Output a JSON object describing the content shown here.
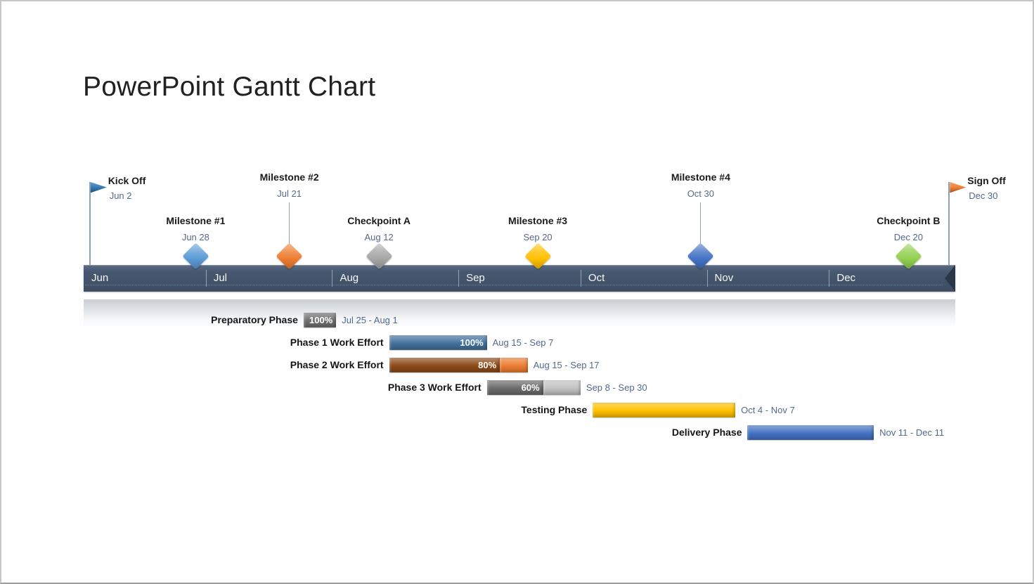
{
  "page": {
    "title": "PowerPoint Gantt Chart"
  },
  "chart_data": {
    "type": "bar",
    "variant": "gantt-timeline",
    "title": "PowerPoint Gantt Chart",
    "timeline": {
      "start": "Jun 1",
      "end": "Dec 31",
      "months": [
        {
          "label": "Jun",
          "days": 30
        },
        {
          "label": "Jul",
          "days": 31
        },
        {
          "label": "Aug",
          "days": 31
        },
        {
          "label": "Sep",
          "days": 30
        },
        {
          "label": "Oct",
          "days": 31
        },
        {
          "label": "Nov",
          "days": 30
        },
        {
          "label": "Dec",
          "days": 31
        }
      ]
    },
    "milestones": [
      {
        "name": "Kick Off",
        "date": "Jun 2",
        "marker": "flag",
        "color": "#2E75B6",
        "label_position": "high"
      },
      {
        "name": "Milestone #1",
        "date": "Jun 28",
        "marker": "diamond",
        "color": "#5B9BD5",
        "label_position": "low"
      },
      {
        "name": "Milestone #2",
        "date": "Jul 21",
        "marker": "diamond",
        "color": "#ED7D31",
        "label_position": "high"
      },
      {
        "name": "Checkpoint A",
        "date": "Aug 12",
        "marker": "diamond",
        "color": "#A6A6A6",
        "label_position": "low"
      },
      {
        "name": "Milestone #3",
        "date": "Sep 20",
        "marker": "diamond",
        "color": "#FFC000",
        "label_position": "low"
      },
      {
        "name": "Milestone #4",
        "date": "Oct 30",
        "marker": "diamond",
        "color": "#4472C4",
        "label_position": "high"
      },
      {
        "name": "Checkpoint B",
        "date": "Dec 20",
        "marker": "diamond",
        "color": "#92D050",
        "label_position": "low"
      },
      {
        "name": "Sign Off",
        "date": "Dec 30",
        "marker": "flag",
        "color": "#ED7D31",
        "label_position": "high"
      }
    ],
    "tasks": [
      {
        "name": "Preparatory Phase",
        "start": "Jul 25",
        "end": "Aug 1",
        "date_label": "Jul 25 - Aug 1",
        "percent_complete": 100,
        "percent_label": "100%",
        "color_complete": "#6E6E6E",
        "color_remaining": null
      },
      {
        "name": "Phase 1 Work Effort",
        "start": "Aug 15",
        "end": "Sep 7",
        "date_label": "Aug 15 - Sep 7",
        "percent_complete": 100,
        "percent_label": "100%",
        "color_complete": "#41719C",
        "color_remaining": null
      },
      {
        "name": "Phase 2 Work Effort",
        "start": "Aug 15",
        "end": "Sep 17",
        "date_label": "Aug 15 - Sep 17",
        "percent_complete": 80,
        "percent_label": "80%",
        "color_complete": "#8C4A17",
        "color_remaining": "#ED7D31"
      },
      {
        "name": "Phase 3 Work Effort",
        "start": "Sep 8",
        "end": "Sep 30",
        "date_label": "Sep 8 - Sep 30",
        "percent_complete": 60,
        "percent_label": "60%",
        "color_complete": "#6B6B6B",
        "color_remaining": "#C3C3C3"
      },
      {
        "name": "Testing Phase",
        "start": "Oct 4",
        "end": "Nov 7",
        "date_label": "Oct 4 - Nov 7",
        "percent_complete": 100,
        "percent_label": null,
        "color_complete": "#FFC000",
        "color_remaining": null
      },
      {
        "name": "Delivery Phase",
        "start": "Nov 11",
        "end": "Dec 11",
        "date_label": "Nov 11 - Dec 11",
        "percent_complete": 100,
        "percent_label": null,
        "color_complete": "#4472C4",
        "color_remaining": null
      }
    ],
    "colors": {
      "band": "#44546A",
      "connector": "#8FA0B8",
      "month_text": "#F5F7FA",
      "label_text": "#1A1A1A",
      "date_text": "#54688C"
    },
    "layout_hints": {
      "legend": "none",
      "grid": "off",
      "band_months_left_to_right": true
    }
  }
}
